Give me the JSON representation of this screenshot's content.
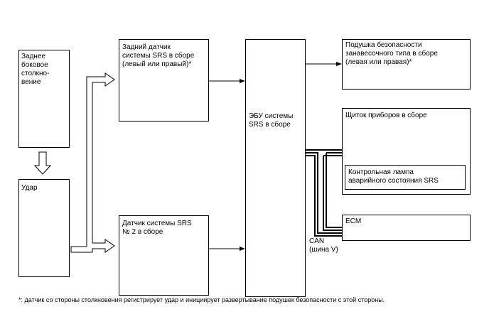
{
  "collision": {
    "label": "Заднее\nбоковое\nстолкно-\nвение"
  },
  "impact": {
    "label": "Удар"
  },
  "rear_sensor": {
    "label": "Задний датчик\nсистемы SRS в сборе\n(левый или правый)*"
  },
  "sensor2": {
    "label": "Датчик системы SRS\n№ 2 в сборе"
  },
  "ecu": {
    "label": "ЭБУ системы\nSRS в сборе"
  },
  "curtain_airbag": {
    "label": "Подушка безопасности\nзанавесочного типа в сборе\n(левая или правая)*"
  },
  "instrument_panel": {
    "label": "Щиток приборов в сборе"
  },
  "warning_lamp": {
    "label": "Контрольная лампа\nаварийного состояния SRS"
  },
  "ecm": {
    "label": "ECM"
  },
  "can": {
    "label": "CAN\n(шина V)"
  },
  "footnote": "*: датчик со стороны столкновения регистрирует удар и инициирует развертывание подушек безопасности с этой стороны.",
  "colors": {
    "line": "#000000",
    "background": "#ffffff"
  }
}
